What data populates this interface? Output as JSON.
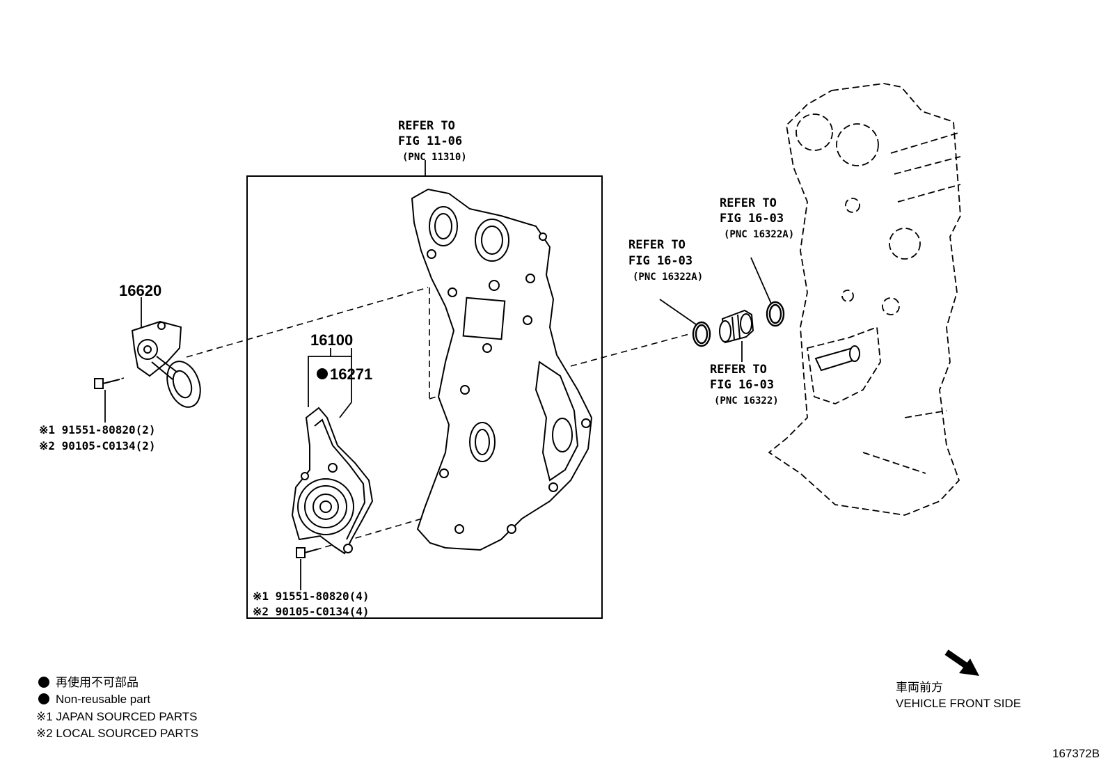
{
  "refs": {
    "cover": {
      "line1": "REFER TO",
      "line2": "FIG 11-06",
      "line3": "(PNC 11310)"
    },
    "oring_outer": {
      "line1": "REFER TO",
      "line2": "FIG 16-03",
      "line3": "(PNC 16322A)"
    },
    "oring_inner": {
      "line1": "REFER TO",
      "line2": "FIG 16-03",
      "line3": "(PNC 16322A)"
    },
    "outlet": {
      "line1": "REFER TO",
      "line2": "FIG 16-03",
      "line3": "(PNC 16322)"
    }
  },
  "parts": {
    "tensioner": "16620",
    "water_pump": "16100",
    "gasket": "16271"
  },
  "bolts": {
    "tensioner_bolt_1": "※1 91551-80820(2)",
    "tensioner_bolt_2": "※2 90105-C0134(2)",
    "pump_bolt_1": "※1 91551-80820(4)",
    "pump_bolt_2": "※2 90105-C0134(4)"
  },
  "legend": {
    "non_reusable_jp": "再使用不可部品",
    "non_reusable_en": "Non-reusable part",
    "japan_sourced": "※1 JAPAN SOURCED PARTS",
    "local_sourced": "※2 LOCAL SOURCED PARTS"
  },
  "direction": {
    "jp": "車両前方",
    "en": "VEHICLE FRONT SIDE"
  },
  "figure_id": "167372B",
  "colors": {
    "ink": "#000000",
    "paper": "#ffffff"
  }
}
